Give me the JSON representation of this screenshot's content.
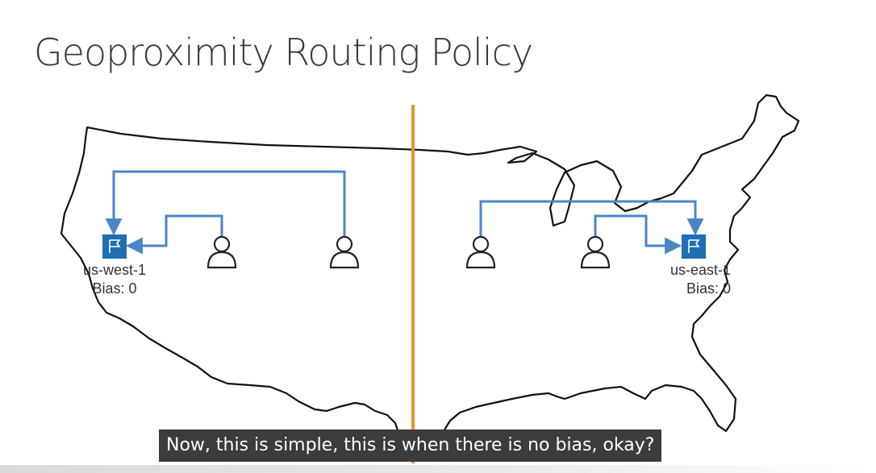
{
  "title": "Geoproximity Routing Policy",
  "regions": [
    {
      "name": "us-west-1",
      "bias": "Bias: 0",
      "icon": "flag-icon"
    },
    {
      "name": "us-east-1",
      "bias": "Bias: 0",
      "icon": "flag-icon"
    }
  ],
  "users": {
    "count": 4,
    "icon": "user-icon"
  },
  "caption": "Now, this is simple, this is when there is no bias, okay?",
  "colors": {
    "connector": "#4a86c6",
    "region_box": "#1f6fb3",
    "divider": "#e8932a",
    "map_outline": "#111111",
    "caption_bg": "#3c3c3c"
  }
}
